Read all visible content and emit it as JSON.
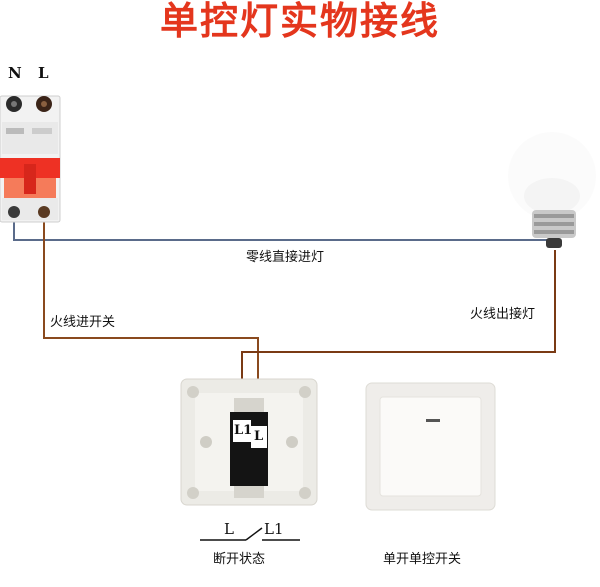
{
  "title": "单控灯实物接线",
  "breaker": {
    "terminal_n": "N",
    "terminal_l": "L"
  },
  "labels": {
    "neutral_to_lamp": "零线直接进灯",
    "live_to_switch": "火线进开关",
    "live_out_to_lamp": "火线出接灯"
  },
  "switch_back": {
    "terminal_l1": "L1",
    "terminal_l": "L"
  },
  "state": {
    "l_label": "L",
    "l1_label": "L1",
    "caption": "断开状态"
  },
  "switch_front": {
    "caption": "单开单控开关"
  },
  "colors": {
    "title": "#e4361d",
    "neutral_wire": "#5a6b8a",
    "live_wire": "#8a4a1e",
    "breaker_red": "#ee3124"
  }
}
